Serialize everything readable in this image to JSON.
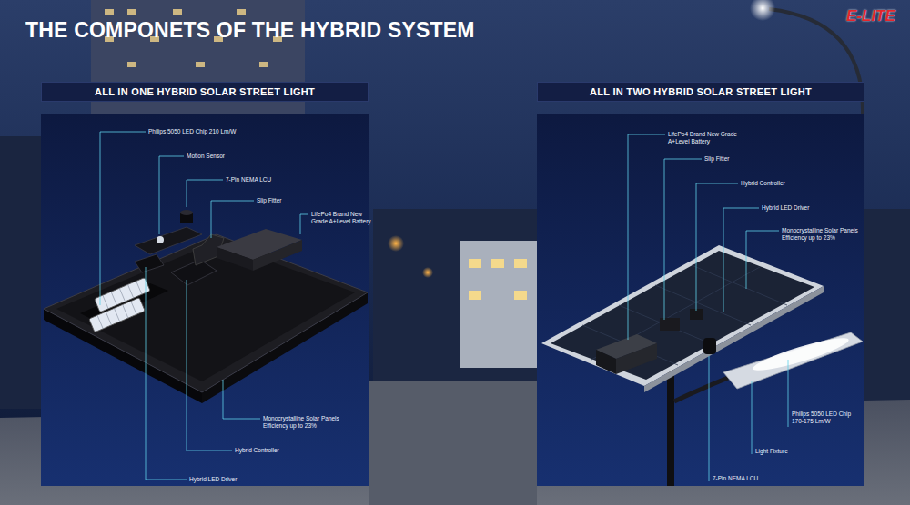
{
  "diagram": {
    "title": "THE COMPONETS OF THE HYBRID SYSTEM",
    "nodes": [
      {
        "text": [
          "ALL IN ONE HYBRID SOLAR STREET LIGHT"
        ]
      },
      {
        "text": [
          "ALL IN TWO HYBRID SOLAR STREET LIGHT"
        ]
      }
    ],
    "labels": [
      "E-LITE",
      "Philips 5050 LED Chip 210 Lm/W",
      "Motion Sensor",
      "7-Pin NEMA LCU",
      "Slip Fitter",
      "LifePo4 Brand New Grade A+Level Battery",
      "Monocrystalline Solar Panels Efficiency up to 23%",
      "Hybrid Controller",
      "Hybrid LED Driver",
      "LifePo4 Brand New Grade A+Level Battery",
      "Slip Fitter",
      "Hybrid Controller",
      "Hybrid LED Driver",
      "Monocrystalline Solar Panels Efficiency up to 23%",
      "Philips 5050 LED Chip 170-175 Lm/W",
      "Light Fixture",
      "7-Pin NEMA LCU"
    ]
  }
}
